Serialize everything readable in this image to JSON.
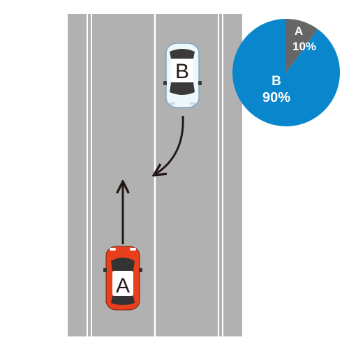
{
  "vehicles": {
    "a": {
      "label": "A",
      "color": "#e8401c"
    },
    "b": {
      "label": "B",
      "color": "#d9ecf7"
    }
  },
  "road": {
    "color": "#b1b1b1",
    "marking_color": "#ffffff"
  },
  "fault_chart": {
    "slices": [
      {
        "party": "A",
        "percent_label": "10%",
        "value": 10,
        "color": "#666666"
      },
      {
        "party": "B",
        "percent_label": "90%",
        "value": 90,
        "color": "#0a87cc"
      }
    ]
  },
  "chart_data": {
    "type": "pie",
    "categories": [
      "A",
      "B"
    ],
    "values": [
      10,
      90
    ]
  }
}
